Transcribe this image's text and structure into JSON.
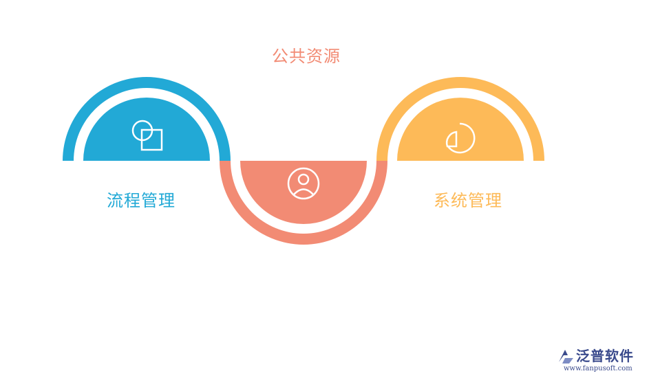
{
  "diagram": {
    "items": [
      {
        "label": "流程管理",
        "icon": "squares-overlap-icon",
        "color": "#22A9D6"
      },
      {
        "label": "公共资源",
        "icon": "user-circle-icon",
        "color": "#F28B74"
      },
      {
        "label": "系统管理",
        "icon": "pie-chart-icon",
        "color": "#FDBA58"
      }
    ]
  },
  "watermark": {
    "name": "泛普软件",
    "url": "www.fanpusoft.com"
  }
}
